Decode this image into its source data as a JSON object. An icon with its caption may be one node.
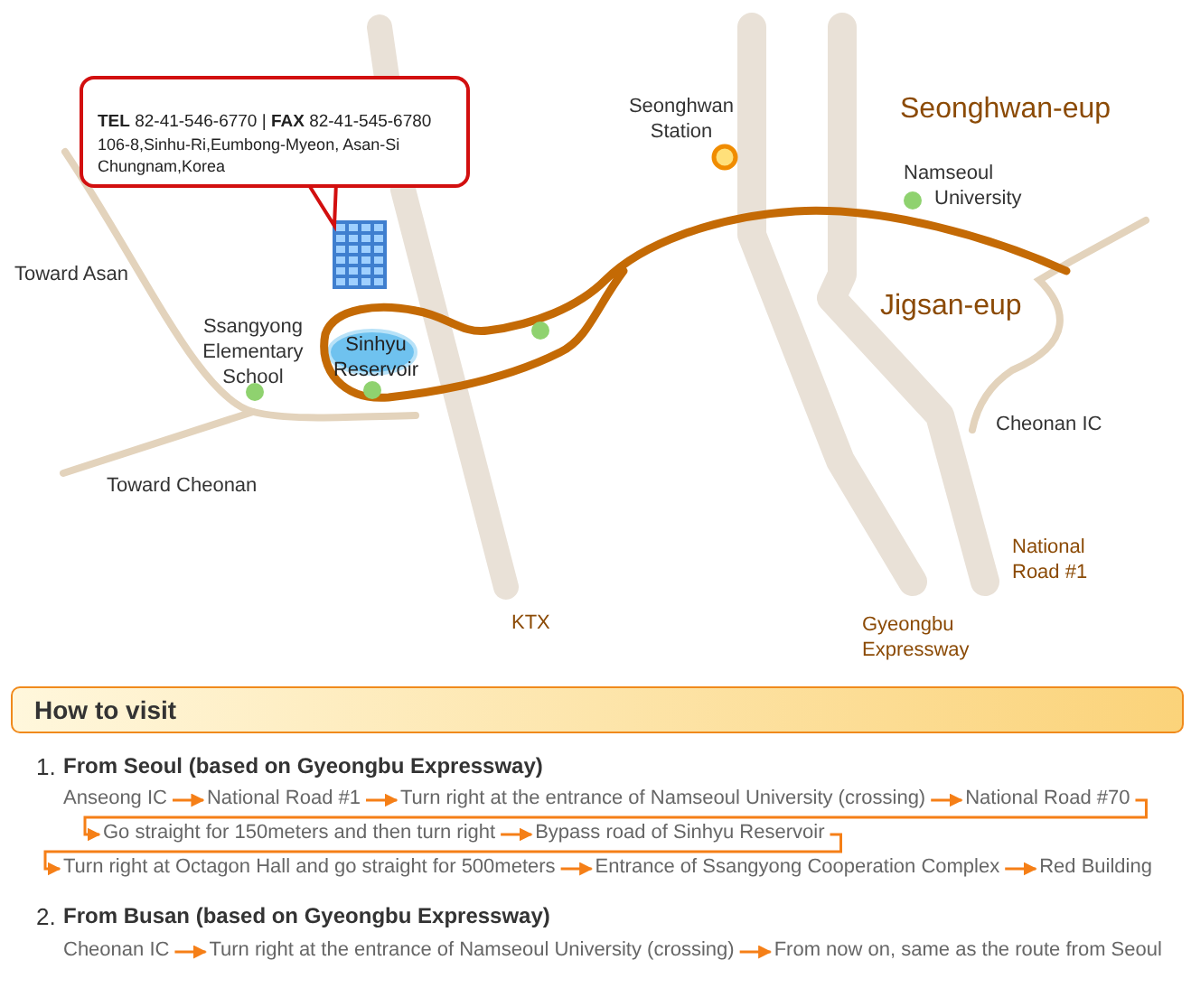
{
  "diagram": {
    "title": "How to visit",
    "nodes": [
      {
        "text": [
          "**TEL** 82-41-546-6770 | **FAX** 82-41-545-6780",
          "106-8,Sinhu-Ri,Eumbong-Myeon, Asan-Si Chungnam,Korea"
        ]
      },
      {
        "text": [
          "Anseong IC"
        ]
      },
      {
        "text": [
          "National Road #1"
        ]
      },
      {
        "text": [
          "Turn right at the entrance of Namseoul University (crossing)"
        ]
      },
      {
        "text": [
          "National Road #70"
        ]
      },
      {
        "text": [
          "Go straight for 150meters and then turn right"
        ]
      },
      {
        "text": [
          "Bypass road of Sinhyu Reservoir"
        ]
      },
      {
        "text": [
          "Turn right at Octagon Hall and go straight for 500meters"
        ]
      },
      {
        "text": [
          "Entrance of Ssangyong Cooperation Complex"
        ]
      },
      {
        "text": [
          "Red Building"
        ]
      },
      {
        "text": [
          "Cheonan IC"
        ]
      },
      {
        "text": [
          "Turn right at the entrance of Namseoul University (crossing)"
        ]
      },
      {
        "text": [
          "From now on, same as the route from Seoul"
        ]
      }
    ],
    "edges": [
      {
        "from": 1,
        "to": 2,
        "arrow": "to"
      },
      {
        "from": 2,
        "to": 3,
        "arrow": "to"
      },
      {
        "from": 3,
        "to": 4,
        "arrow": "to"
      },
      {
        "from": 4,
        "to": 5,
        "arrow": "to"
      },
      {
        "from": 5,
        "to": 6,
        "arrow": "to"
      },
      {
        "from": 6,
        "to": 7,
        "arrow": "to"
      },
      {
        "from": 7,
        "to": 8,
        "arrow": "to"
      },
      {
        "from": 8,
        "to": 9,
        "arrow": "to"
      },
      {
        "from": 10,
        "to": 11,
        "arrow": "to"
      },
      {
        "from": 11,
        "to": 12,
        "arrow": "to"
      }
    ],
    "labels": [
      "Seonghwan Station",
      "Seonghwan-eup",
      "Namseoul University",
      "Toward Asan",
      "Ssangyong Elementary School",
      "Sinhyu Reservoir",
      "Jigsan-eup",
      "Cheonan IC",
      "Toward Cheonan",
      "National Road #1",
      "KTX",
      "Gyeongbu Expressway",
      "1.",
      "From Seoul (based on Gyeongbu Expressway)",
      "2.",
      "From Busan (based on Gyeongbu Expressway)"
    ]
  }
}
